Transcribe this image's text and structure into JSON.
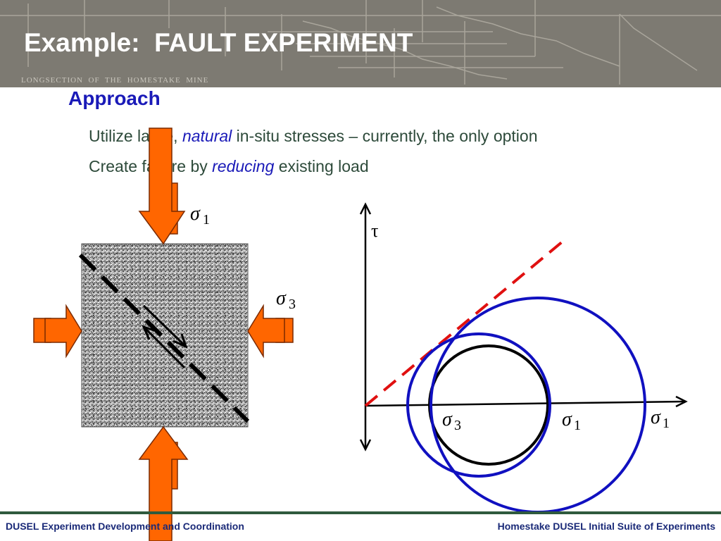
{
  "header": {
    "title": "Example:  FAULT EXPERIMENT",
    "background_caption": "LONGSECTION  OF  THE  HOMESTAKE  MINE"
  },
  "content": {
    "heading": "Approach",
    "bullets": [
      {
        "pre": "Utilize large, ",
        "em": "natural",
        "post": " in-situ stresses – currently, the only option"
      },
      {
        "pre": "Create failure by ",
        "em": "reducing",
        "post": " existing load"
      }
    ]
  },
  "diagram": {
    "sigma1_label": "1",
    "sigma3_label": "3",
    "tau_label": "τ",
    "mohr_sigma3_label": "3",
    "mohr_sigma1_inner_label": "1",
    "mohr_sigma1_outer_label": "1",
    "colors": {
      "arrow": "#ff6600",
      "outer_circle": "#1010c0",
      "inner_circle": "#000000",
      "failure_line": "#e01010"
    }
  },
  "footer": {
    "left": "DUSEL Experiment Development and Coordination",
    "right": "Homestake DUSEL Initial Suite of Experiments"
  }
}
